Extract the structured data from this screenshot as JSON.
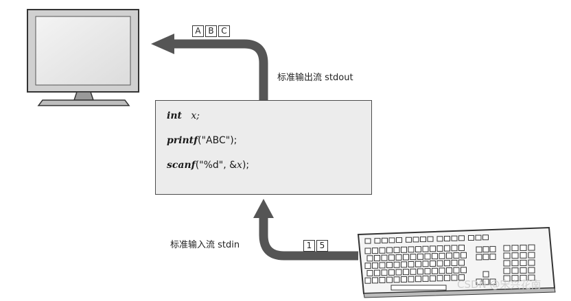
{
  "code": {
    "line1": {
      "keyword": "int",
      "rest": "x;"
    },
    "line2": {
      "func": "printf",
      "args": "(\"ABC\");"
    },
    "line3": {
      "func": "scanf",
      "args_pre": "(\"%d\", &",
      "var": "x",
      "args_post": ");"
    }
  },
  "stdout": {
    "label": "标准输出流 stdout",
    "chars": [
      "A",
      "B",
      "C"
    ]
  },
  "stdin": {
    "label": "标准输入流 stdin",
    "chars": [
      "1",
      "5"
    ]
  },
  "watermark": "CSDN @宋兴花南"
}
